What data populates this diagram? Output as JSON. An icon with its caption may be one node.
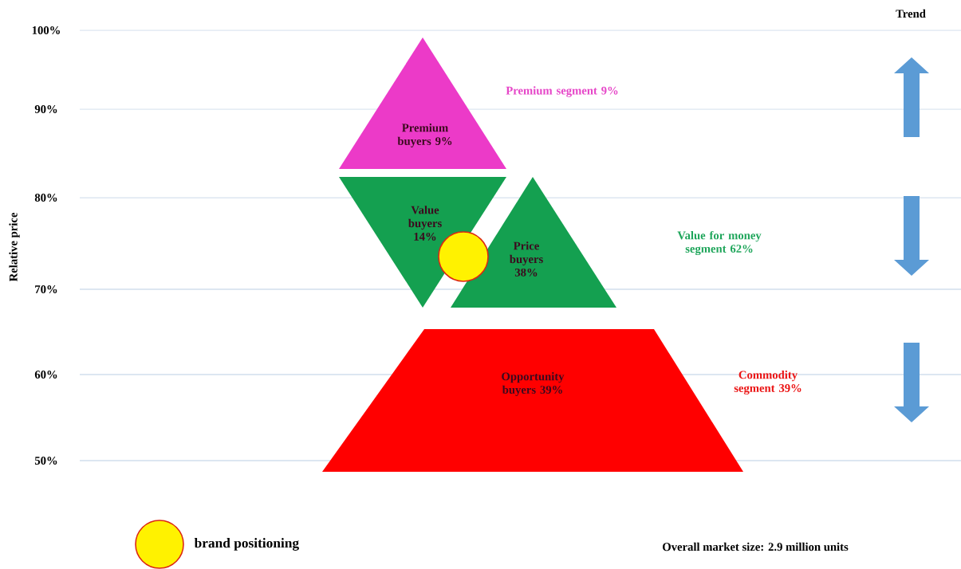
{
  "diagram": {
    "nodes": [
      {
        "text": [
          "Premium buyers 9%"
        ]
      },
      {
        "text": [
          "Value buyers 14%"
        ]
      },
      {
        "text": [
          "Price buyers 38%"
        ]
      },
      {
        "text": [
          "Opportunity buyers 39%"
        ]
      }
    ],
    "labels": [
      "Trend",
      "100%",
      "90%",
      "Premium segment 9%",
      "80%",
      "Value for money segment 62%",
      "70%",
      "60%",
      "Commodity segment 39%",
      "50%",
      "Relative price",
      "Overall market size: 2.9 million units"
    ],
    "legend": [
      {
        "text": "brand positioning"
      }
    ]
  }
}
